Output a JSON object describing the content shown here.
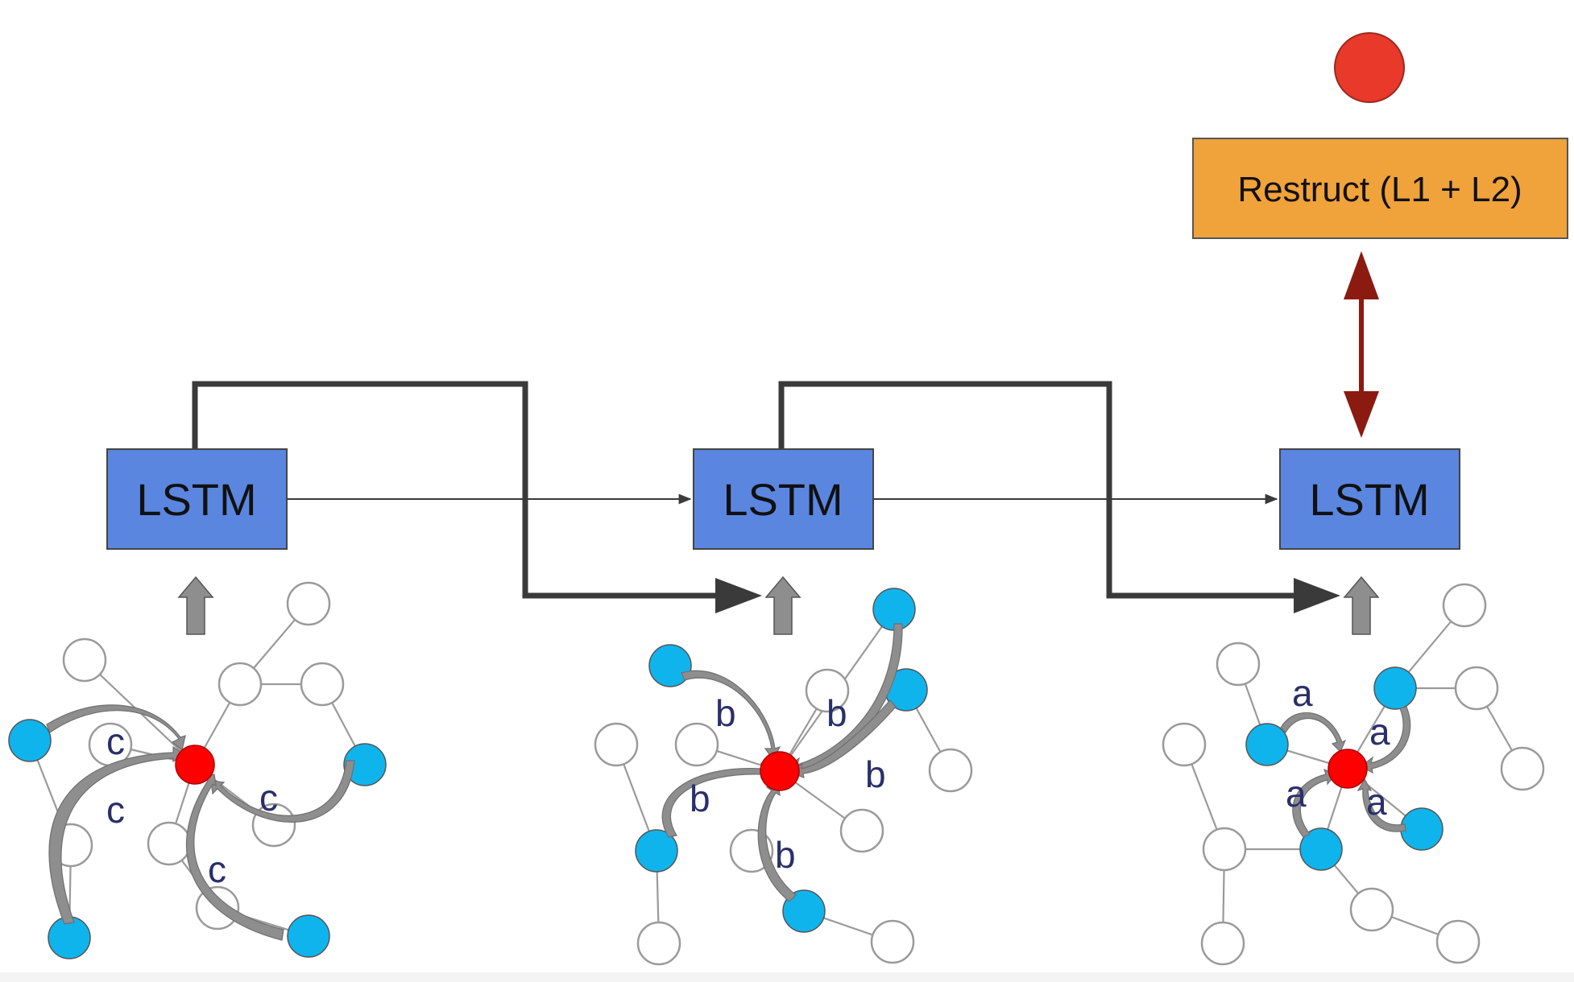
{
  "colors": {
    "lstm_fill": "#5b86e0",
    "loss_fill": "#f0a23b",
    "target_node": "#ff0000",
    "output_node": "#e8392a",
    "neighbor_node": "#10b4ec",
    "bidirectional_arrow": "#8b1a10",
    "skip_connection": "#3a3a3a",
    "input_arrow": "#8e8e8e"
  },
  "loss_box": {
    "label": "Restruct (L1 + L2)"
  },
  "steps": [
    {
      "lstm_label": "LSTM",
      "message_labels": [
        "c",
        "c",
        "c",
        "c"
      ]
    },
    {
      "lstm_label": "LSTM",
      "message_labels": [
        "b",
        "b",
        "b",
        "b",
        "b"
      ]
    },
    {
      "lstm_label": "LSTM",
      "message_labels": [
        "a",
        "a",
        "a",
        "a"
      ]
    }
  ]
}
